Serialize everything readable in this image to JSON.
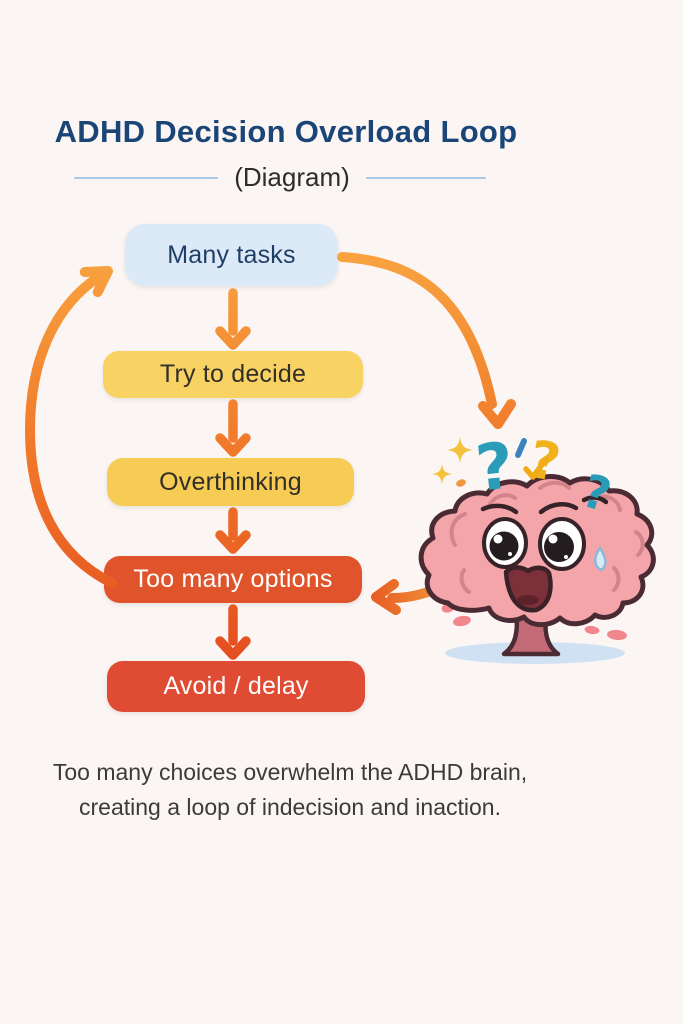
{
  "header": {
    "title": "ADHD Decision Overload Loop",
    "subtitle": "(Diagram)"
  },
  "flow": {
    "steps": [
      {
        "label": "Many tasks",
        "bg": "#dce9f7",
        "text_color": "#1e3f66"
      },
      {
        "label": "Try to decide",
        "bg": "#f8d263",
        "text_color": "#322e28"
      },
      {
        "label": "Overthinking",
        "bg": "#f6cc55",
        "text_color": "#322e28"
      },
      {
        "label": "Too many options",
        "bg": "#e0542c",
        "text_color": "#ffffff"
      },
      {
        "label": "Avoid / delay",
        "bg": "#e04b33",
        "text_color": "#ffffff"
      }
    ]
  },
  "caption": {
    "line1": "Too many choices overwhelm the ADHD brain,",
    "line2": "creating a loop of indecision and inaction."
  },
  "illustration": {
    "name": "worried-brain-with-question-marks",
    "question_mark_glyph": "?",
    "teal": "#2b9cb8",
    "yellow": "#f0b11c",
    "brain_pink": "#f4a5a9"
  },
  "colors": {
    "background": "#fbf6f4",
    "title": "#1b4577",
    "subtitle_text": "#2d2d2d",
    "divider": "#a9c9e8",
    "arrow_orange": "#f8a440",
    "arrow_red": "#e3481f",
    "caption_text": "#3b3b3b"
  }
}
